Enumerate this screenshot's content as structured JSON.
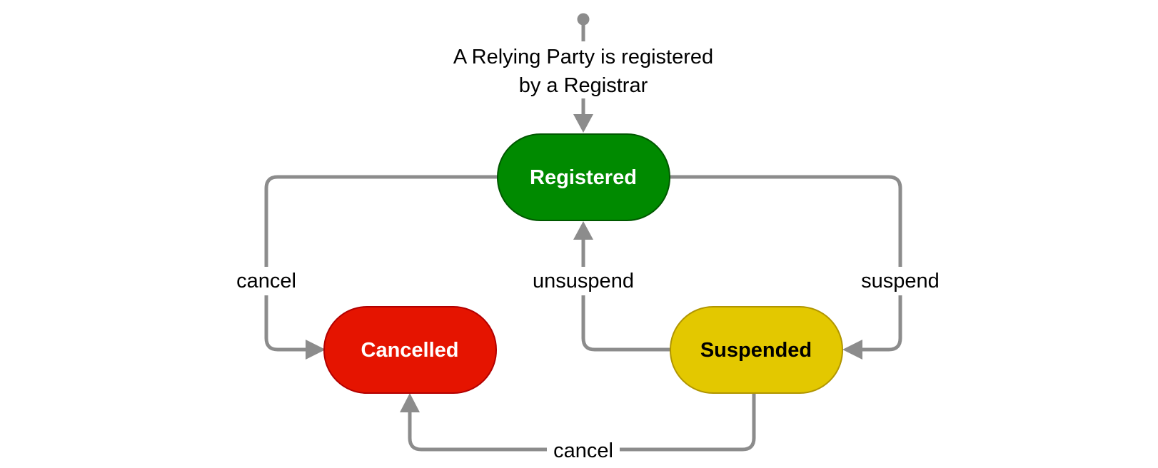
{
  "diagram": {
    "start_label_line1": "A Relying Party is registered",
    "start_label_line2": "by a Registrar",
    "states": {
      "registered": {
        "label": "Registered",
        "fill": "#008a00",
        "stroke": "#005700",
        "text_color": "#ffffff"
      },
      "cancelled": {
        "label": "Cancelled",
        "fill": "#e51400",
        "stroke": "#b20000",
        "text_color": "#ffffff"
      },
      "suspended": {
        "label": "Suspended",
        "fill": "#e3c800",
        "stroke": "#b09500",
        "text_color": "#000000"
      }
    },
    "transitions": {
      "cancel_from_registered": "cancel",
      "unsuspend": "unsuspend",
      "suspend": "suspend",
      "cancel_from_suspended": "cancel"
    },
    "edge_color": "#8c8c8c"
  }
}
